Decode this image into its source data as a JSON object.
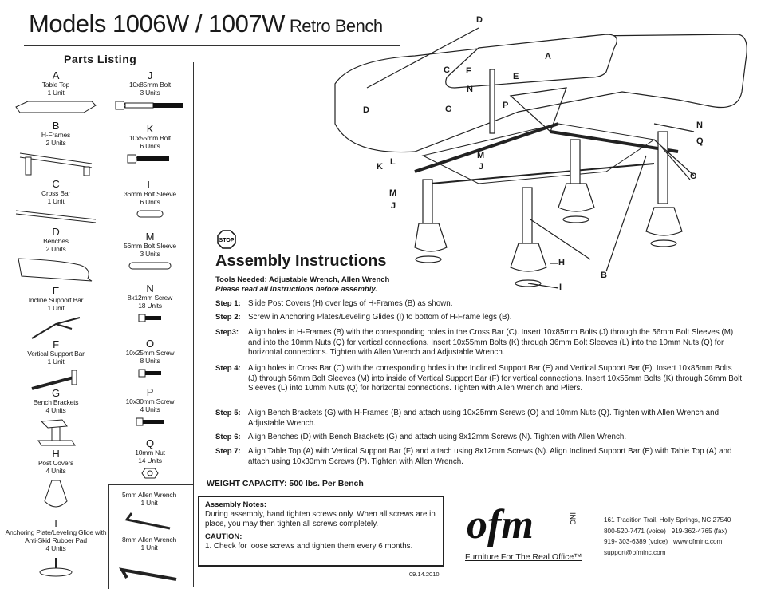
{
  "header": {
    "title": "Models 1006W / 1007W",
    "subtitle": "Retro Bench"
  },
  "parts": {
    "title": "Parts Listing",
    "items": [
      {
        "letter": "A",
        "name": "Table Top",
        "qty": "1 Unit"
      },
      {
        "letter": "B",
        "name": "H-Frames",
        "qty": "2 Units"
      },
      {
        "letter": "C",
        "name": "Cross Bar",
        "qty": "1 Unit"
      },
      {
        "letter": "D",
        "name": "Benches",
        "qty": "2 Units"
      },
      {
        "letter": "E",
        "name": "Incline Support Bar",
        "qty": "1 Unit"
      },
      {
        "letter": "F",
        "name": "Vertical Support Bar",
        "qty": "1 Unit"
      },
      {
        "letter": "G",
        "name": "Bench Brackets",
        "qty": "4 Units"
      },
      {
        "letter": "H",
        "name": "Post Covers",
        "qty": "4 Units"
      },
      {
        "letter": "I",
        "name": "Anchoring Plate/Leveling Glide with Anti-Skid Rubber Pad",
        "qty": "4 Units"
      },
      {
        "letter": "J",
        "name": "10x85mm Bolt",
        "qty": "3 Units"
      },
      {
        "letter": "K",
        "name": "10x55mm Bolt",
        "qty": "6 Units"
      },
      {
        "letter": "L",
        "name": "36mm Bolt Sleeve",
        "qty": "6 Units"
      },
      {
        "letter": "M",
        "name": "56mm Bolt Sleeve",
        "qty": "3 Units"
      },
      {
        "letter": "N",
        "name": "8x12mm Screw",
        "qty": "18 Units"
      },
      {
        "letter": "O",
        "name": "10x25mm Screw",
        "qty": "8 Units"
      },
      {
        "letter": "P",
        "name": "10x30mm Screw",
        "qty": "4 Units"
      },
      {
        "letter": "Q",
        "name": "10mm Nut",
        "qty": "14 Units"
      }
    ],
    "tools": [
      {
        "name": "5mm Allen Wrench",
        "qty": "1 Unit"
      },
      {
        "name": "8mm Allen Wrench",
        "qty": "1 Unit"
      }
    ]
  },
  "diagram": {
    "labels": [
      "D",
      "A",
      "C",
      "F",
      "E",
      "N",
      "P",
      "G",
      "D",
      "N",
      "Q",
      "M",
      "L",
      "J",
      "K",
      "O",
      "M",
      "J",
      "H",
      "B",
      "I"
    ]
  },
  "instructions": {
    "stop_label": "STOP",
    "title": "Assembly Instructions",
    "tools_needed": "Tools Needed: Adjustable Wrench, Allen Wrench",
    "read_note": "Please read all instructions before assembly.",
    "steps": [
      {
        "label": "Step 1:",
        "text": "Slide Post Covers (H) over legs of H-Frames (B) as shown."
      },
      {
        "label": "Step 2:",
        "text": "Screw in Anchoring Plates/Leveling Glides (I) to bottom of H-Frame legs (B)."
      },
      {
        "label": "Step3:",
        "text": "Align holes in H-Frames (B) with the corresponding holes in the Cross Bar (C). Insert 10x85mm Bolts (J) through the 56mm Bolt Sleeves (M) and into the 10mm Nuts (Q) for vertical connections. Insert 10x55mm Bolts (K) through 36mm Bolt Sleeves (L) into the 10mm Nuts (Q) for horizontal connections. Tighten with Allen Wrench and Adjustable Wrench."
      },
      {
        "label": "Step 4:",
        "text": "Align holes in Cross Bar (C) with the corresponding holes in the Inclined Support Bar (E) and Vertical Support Bar (F). Insert 10x85mm Bolts (J) through 56mm Bolt Sleeves (M) into inside of Vertical Support Bar (F) for vertical connections. Insert 10x55mm Bolts (K) through 36mm Bolt Sleeves (L) into 10mm Nuts (Q) for horizontal connections. Tighten with Allen Wrench and Pliers."
      },
      {
        "label": "Step 5:",
        "text": "Align Bench Brackets (G) with H-Frames (B) and attach using 10x25mm Screws (O) and 10mm Nuts (Q). Tighten with Allen Wrench and Adjustable Wrench."
      },
      {
        "label": "Step 6:",
        "text": "Align Benches (D) with Bench Brackets (G) and attach using 8x12mm Screws (N). Tighten with Allen Wrench."
      },
      {
        "label": "Step 7:",
        "text": "Align Table Top (A) with Vertical Support Bar (F) and attach using 8x12mm Screws (N). Align Inclined Support Bar (E) with Table Top (A) and attach using 10x30mm Screws (P). Tighten with Allen Wrench."
      }
    ],
    "weight_capacity": "WEIGHT CAPACITY: 500 lbs. Per Bench"
  },
  "notes": {
    "heading": "Assembly Notes:",
    "text": "During assembly, hand tighten screws only. When all screws are in place, you may then tighten all screws completely.",
    "caution_heading": "CAUTION:",
    "caution_text": "1. Check for loose screws and tighten them every 6 months."
  },
  "date": "09.14.2010",
  "company": {
    "logo_text": "ofm",
    "logo_inc": "INC",
    "tagline": "Furniture For The Real Office™",
    "address": "161 Tradition Trail, Holly Springs, NC  27540",
    "phone1": "800-520-7471 (voice)",
    "fax": "919-362-4765 (fax)",
    "phone2": "919- 303-6389 (voice)",
    "website": "www.ofminc.com",
    "email": "support@ofminc.com"
  }
}
